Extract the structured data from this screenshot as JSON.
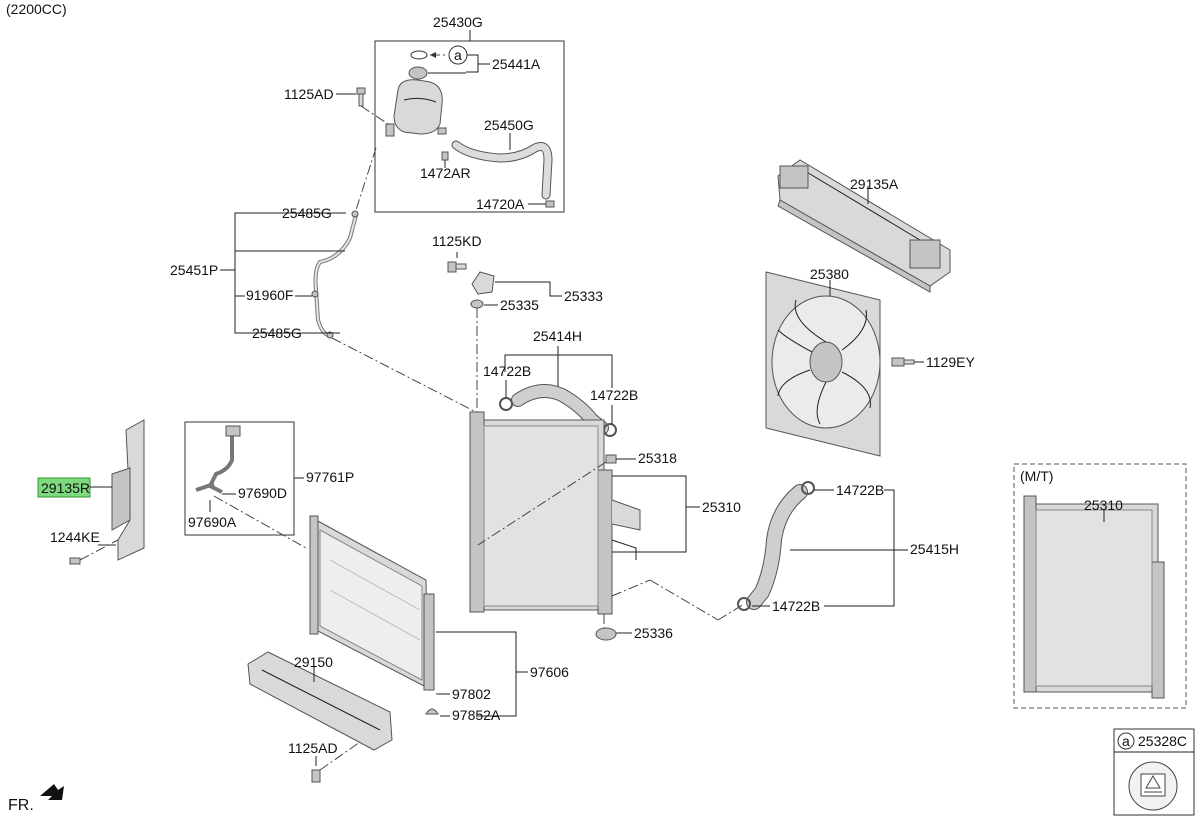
{
  "header": {
    "engine": "(2200CC)"
  },
  "orientation": {
    "front_label": "FR."
  },
  "highlight_color": "#7ed87e",
  "variant_box": {
    "label": "(M/T)",
    "part": "25310"
  },
  "legend": {
    "marker": "a",
    "part": "25328C"
  },
  "parts": {
    "p25430G": "25430G",
    "p25441A": "25441A",
    "p1125AD_top": "1125AD",
    "p25450G": "25450G",
    "p1472AR": "1472AR",
    "p14720A": "14720A",
    "p25485G_top": "25485G",
    "p25451P": "25451P",
    "p91960F": "91960F",
    "p25485G_bot": "25485G",
    "p1125KD": "1125KD",
    "p25333": "25333",
    "p25335": "25335",
    "p25414H": "25414H",
    "p14722B_a": "14722B",
    "p14722B_b": "14722B",
    "p29135A": "29135A",
    "p25380": "25380",
    "p1129EY": "1129EY",
    "p29135R": "29135R",
    "p97761P": "97761P",
    "p97690D": "97690D",
    "p97690A": "97690A",
    "p1244KE": "1244KE",
    "p25318": "25318",
    "p25310": "25310",
    "p14722B_c": "14722B",
    "p25415H": "25415H",
    "p14722B_d": "14722B",
    "p25336": "25336",
    "p29150": "29150",
    "p97606": "97606",
    "p97802": "97802",
    "p97852A": "97852A",
    "p1125AD_bot": "1125AD"
  }
}
